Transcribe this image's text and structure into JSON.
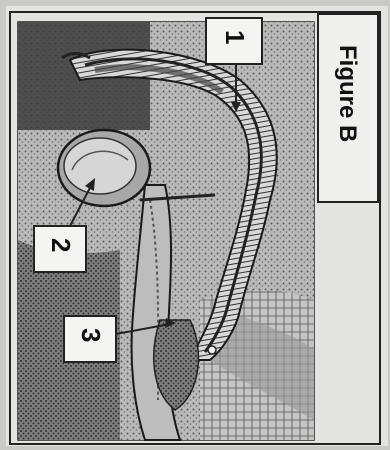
{
  "figure": {
    "title": "Figure B",
    "labels": [
      {
        "id": "1",
        "text": "1"
      },
      {
        "id": "2",
        "text": "2"
      },
      {
        "id": "3",
        "text": "3"
      }
    ]
  },
  "colors": {
    "paper": "#e3e3e1",
    "frame": "#222222",
    "ink": "#1a1a1a",
    "tissue_dark": "#3a3a3a",
    "tissue_mid": "#8a8a8a",
    "tissue_light": "#cdcdcd"
  }
}
